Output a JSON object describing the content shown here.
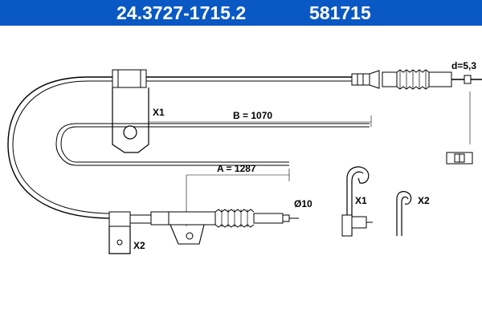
{
  "header": {
    "part_number": "24.3727-1715.2",
    "ref_number": "581715",
    "background": "#0a58c4"
  },
  "labels": {
    "dim_b": "B = 1070",
    "dim_a": "A = 1287",
    "dim_d": "d=5,3",
    "dim_dia": "Ø10",
    "x1_main": "X1",
    "x2_main": "X2",
    "x1_part": "X1",
    "x2_part": "X2"
  }
}
